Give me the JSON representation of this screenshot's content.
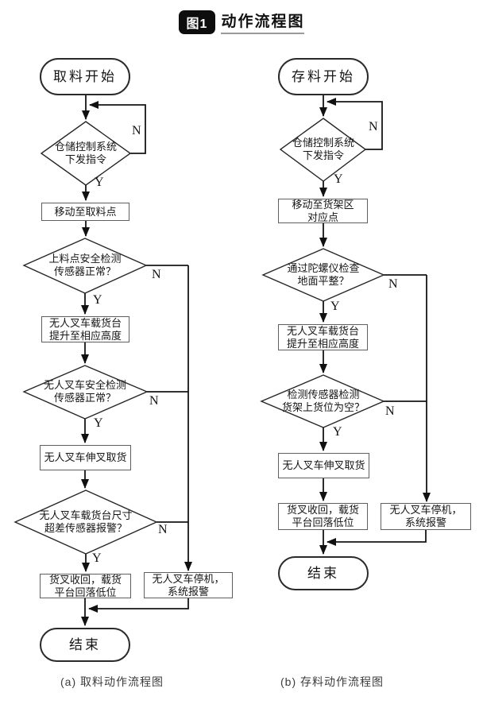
{
  "title": {
    "badge": "图1",
    "text": "动作流程图"
  },
  "labels": {
    "yes": "Y",
    "no": "N"
  },
  "charts": {
    "left": {
      "caption": "(a) 取料动作流程图",
      "nodes": {
        "start": "取料开始",
        "check_command": "仓储控制系统\n下发指令",
        "move": "移动至取料点",
        "check_loading_sensor": "上料点安全检测\n传感器正常？",
        "lift": "无人叉车载货台\n提升至相应高度",
        "check_safety_sensor": "无人叉车安全检测\n传感器正常？",
        "fork": "无人叉车伸叉取货",
        "check_size_alarm": "无人叉车载货台尺寸\n超差传感器报警？",
        "retract": "货叉收回，载货\n平台回落低位",
        "halt": "无人叉车停机，\n系统报警",
        "end": "结束"
      }
    },
    "right": {
      "caption": "(b) 存料动作流程图",
      "nodes": {
        "start": "存料开始",
        "check_command": "仓储控制系统\n下发指令",
        "move": "移动至货架区\n对应点",
        "check_gyro": "通过陀螺仪检查\n地面平整？",
        "lift": "无人叉车载货台\n提升至相应高度",
        "check_slot_empty": "检测传感器检测\n货架上货位为空？",
        "fork": "无人叉车伸叉取货",
        "retract": "货叉收回，载货\n平台回落低位",
        "halt": "无人叉车停机，\n系统报警",
        "end": "结束"
      }
    }
  }
}
